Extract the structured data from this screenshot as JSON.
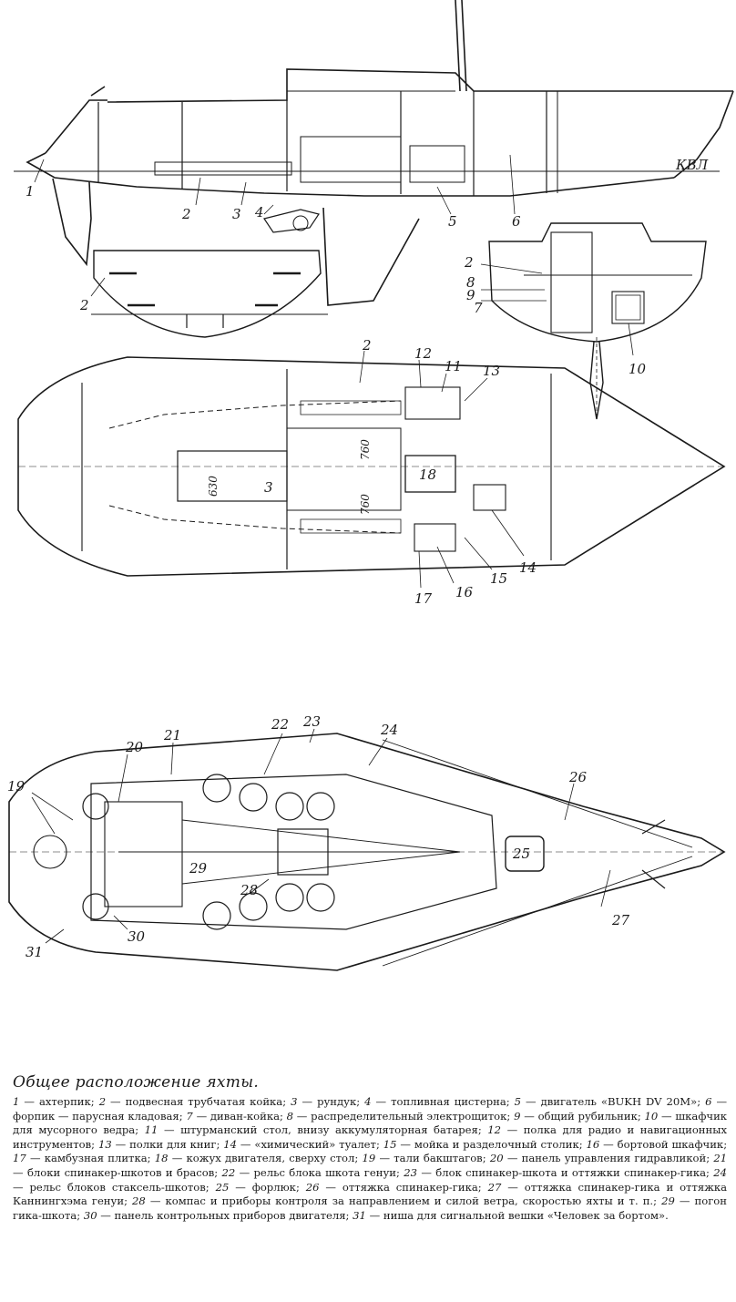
{
  "caption": {
    "title": "Общее расположение яхты.",
    "legend": [
      {
        "num": "1",
        "text": "ахтерпик"
      },
      {
        "num": "2",
        "text": "подвесная трубчатая койка"
      },
      {
        "num": "3",
        "text": "рундук"
      },
      {
        "num": "4",
        "text": "топливная цистерна"
      },
      {
        "num": "5",
        "text": "двигатель «BUKH DV 20M»"
      },
      {
        "num": "6",
        "text": "форпик — парусная кладовая"
      },
      {
        "num": "7",
        "text": "диван-койка"
      },
      {
        "num": "8",
        "text": "распределительный электрощиток"
      },
      {
        "num": "9",
        "text": "общий рубильник"
      },
      {
        "num": "10",
        "text": "шкафчик для мусорного ведра"
      },
      {
        "num": "11",
        "text": "штурманский стол, внизу аккумуляторная батарея"
      },
      {
        "num": "12",
        "text": "полка для радио и навигационных инструментов"
      },
      {
        "num": "13",
        "text": "полки для книг"
      },
      {
        "num": "14",
        "text": "«химический» туалет"
      },
      {
        "num": "15",
        "text": "мойка и разделочный столик"
      },
      {
        "num": "16",
        "text": "бортовой шкафчик"
      },
      {
        "num": "17",
        "text": "камбузная плитка"
      },
      {
        "num": "18",
        "text": "кожух двигателя, сверху стол"
      },
      {
        "num": "19",
        "text": "тали бакштагов"
      },
      {
        "num": "20",
        "text": "панель управления гидравликой"
      },
      {
        "num": "21",
        "text": "блоки спинакер-шкотов и брасов"
      },
      {
        "num": "22",
        "text": "рельс блока шкота генуи"
      },
      {
        "num": "23",
        "text": "блок спинакер-шкота и оттяжки спинакер-гика"
      },
      {
        "num": "24",
        "text": "рельс блоков стаксель-шкотов"
      },
      {
        "num": "25",
        "text": "форлюк"
      },
      {
        "num": "26",
        "text": "оттяжка спинакер-гика"
      },
      {
        "num": "27",
        "text": "оттяжка спинакер-гика и оттяжка Каннингхэма генуи"
      },
      {
        "num": "28",
        "text": "компас и приборы контроля за направлением и силой ветра, скоростью яхты и т. п."
      },
      {
        "num": "29",
        "text": "погон гика-шкота"
      },
      {
        "num": "30",
        "text": "панель контрольных приборов двигателя"
      },
      {
        "num": "31",
        "text": "ниша для сигнальной вешки «Человек за бортом»"
      }
    ]
  },
  "drawing": {
    "waterline_label": "КВЛ",
    "dimensions": {
      "d1": "630",
      "d2": "760",
      "d3": "760"
    },
    "profile_labels": [
      "1",
      "2",
      "3",
      "4",
      "5",
      "6"
    ],
    "aft_section_labels": [
      "2"
    ],
    "mid_section_labels": [
      "2",
      "8",
      "9",
      "7",
      "10"
    ],
    "plan_labels": [
      "2",
      "12",
      "11",
      "13",
      "3",
      "18",
      "14",
      "15",
      "16",
      "17"
    ],
    "deck_labels": [
      "20",
      "21",
      "22",
      "23",
      "24",
      "26",
      "19",
      "25",
      "29",
      "28",
      "27",
      "30",
      "31"
    ]
  }
}
